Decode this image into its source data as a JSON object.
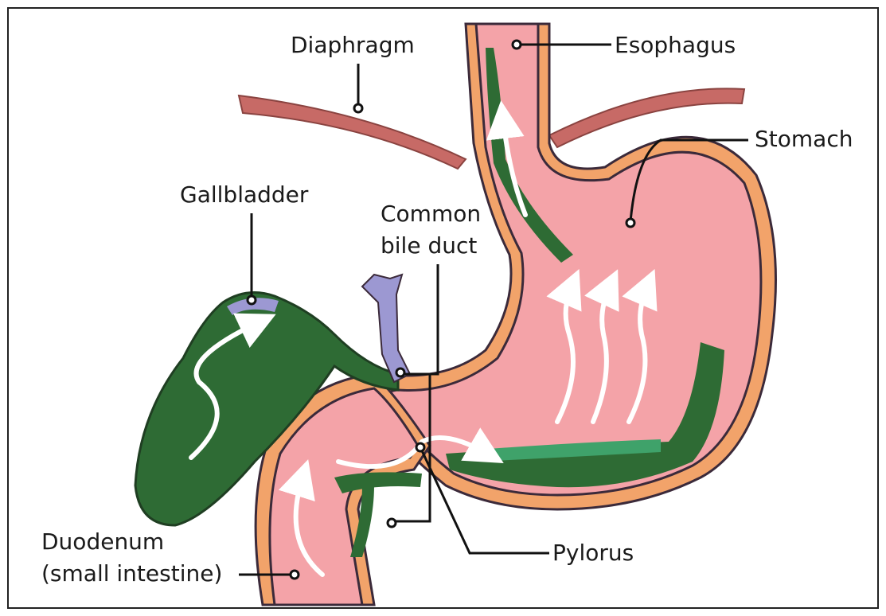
{
  "labels": {
    "diaphragm": "Diaphragm",
    "esophagus": "Esophagus",
    "stomach": "Stomach",
    "gallbladder": "Gallbladder",
    "common_bile_duct_line1": "Common",
    "common_bile_duct_line2": "bile duct",
    "duodenum_line1": "Duodenum",
    "duodenum_line2": "(small intestine)",
    "pylorus": "Pylorus"
  },
  "colors": {
    "stomach_fill": "#f4a3a8",
    "stomach_wall": "#f2a36a",
    "bile_dark": "#2e6b34",
    "bile_light": "#3fa26a",
    "diaphragm": "#c76a66",
    "duct_blue": "#9c98d2",
    "line": "#111111"
  },
  "icons": {
    "pointer": "circle-pointer-icon",
    "flow": "flow-arrow-icon"
  }
}
